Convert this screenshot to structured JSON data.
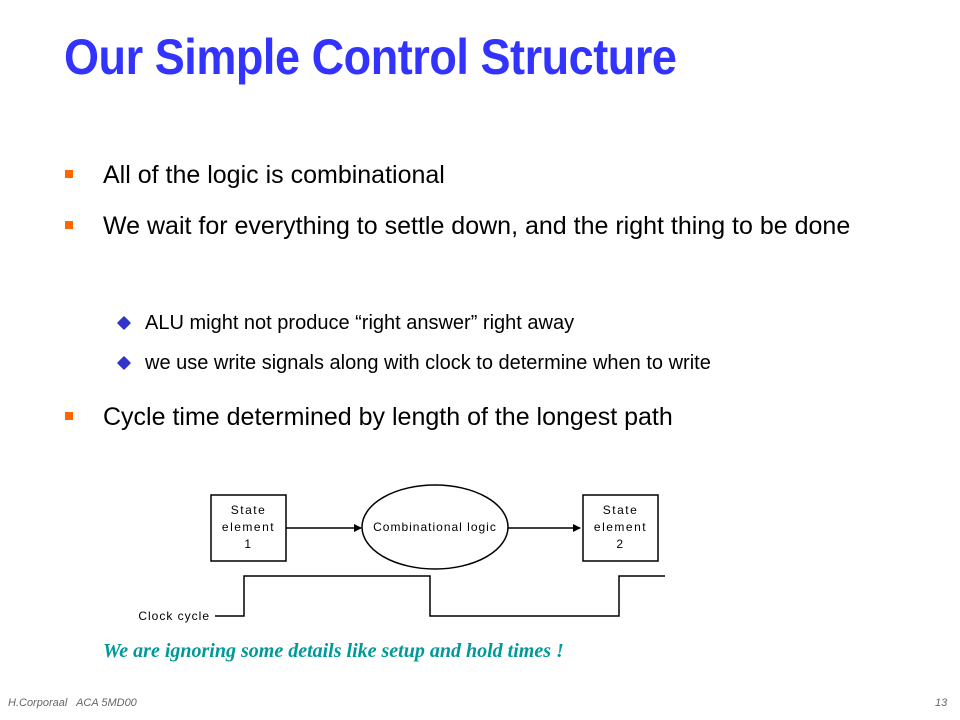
{
  "slide": {
    "title": "Our Simple Control Structure",
    "bullets": {
      "b1": "All of the logic is combinational",
      "b2": "We wait for everything to settle down, and the right thing to be done",
      "b2_sub1": "ALU might not produce “right answer” right away",
      "b2_sub2": "we use write signals along with clock to determine when to write",
      "b3": "Cycle time determined by length of the longest path"
    },
    "diagram": {
      "state1_line1": "State",
      "state1_line2": "element",
      "state1_line3": "1",
      "logic_label": "Combinational logic",
      "state2_line1": "State",
      "state2_line2": "element",
      "state2_line3": "2",
      "clock_label": "Clock cycle"
    },
    "note": "We are ignoring some details like setup and hold times !",
    "footer": {
      "author": "H.Corporaal",
      "course": "ACA 5MD00",
      "page": "13"
    }
  }
}
